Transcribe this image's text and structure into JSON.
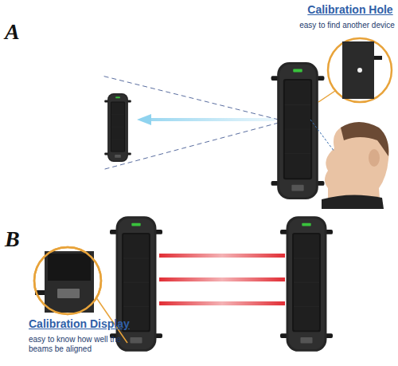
{
  "diagram": {
    "labels": [
      "A",
      "Calibration Hole",
      "easy to find another device",
      "B",
      "Calibration Display",
      "easy to know how well the beams be aligned"
    ]
  }
}
